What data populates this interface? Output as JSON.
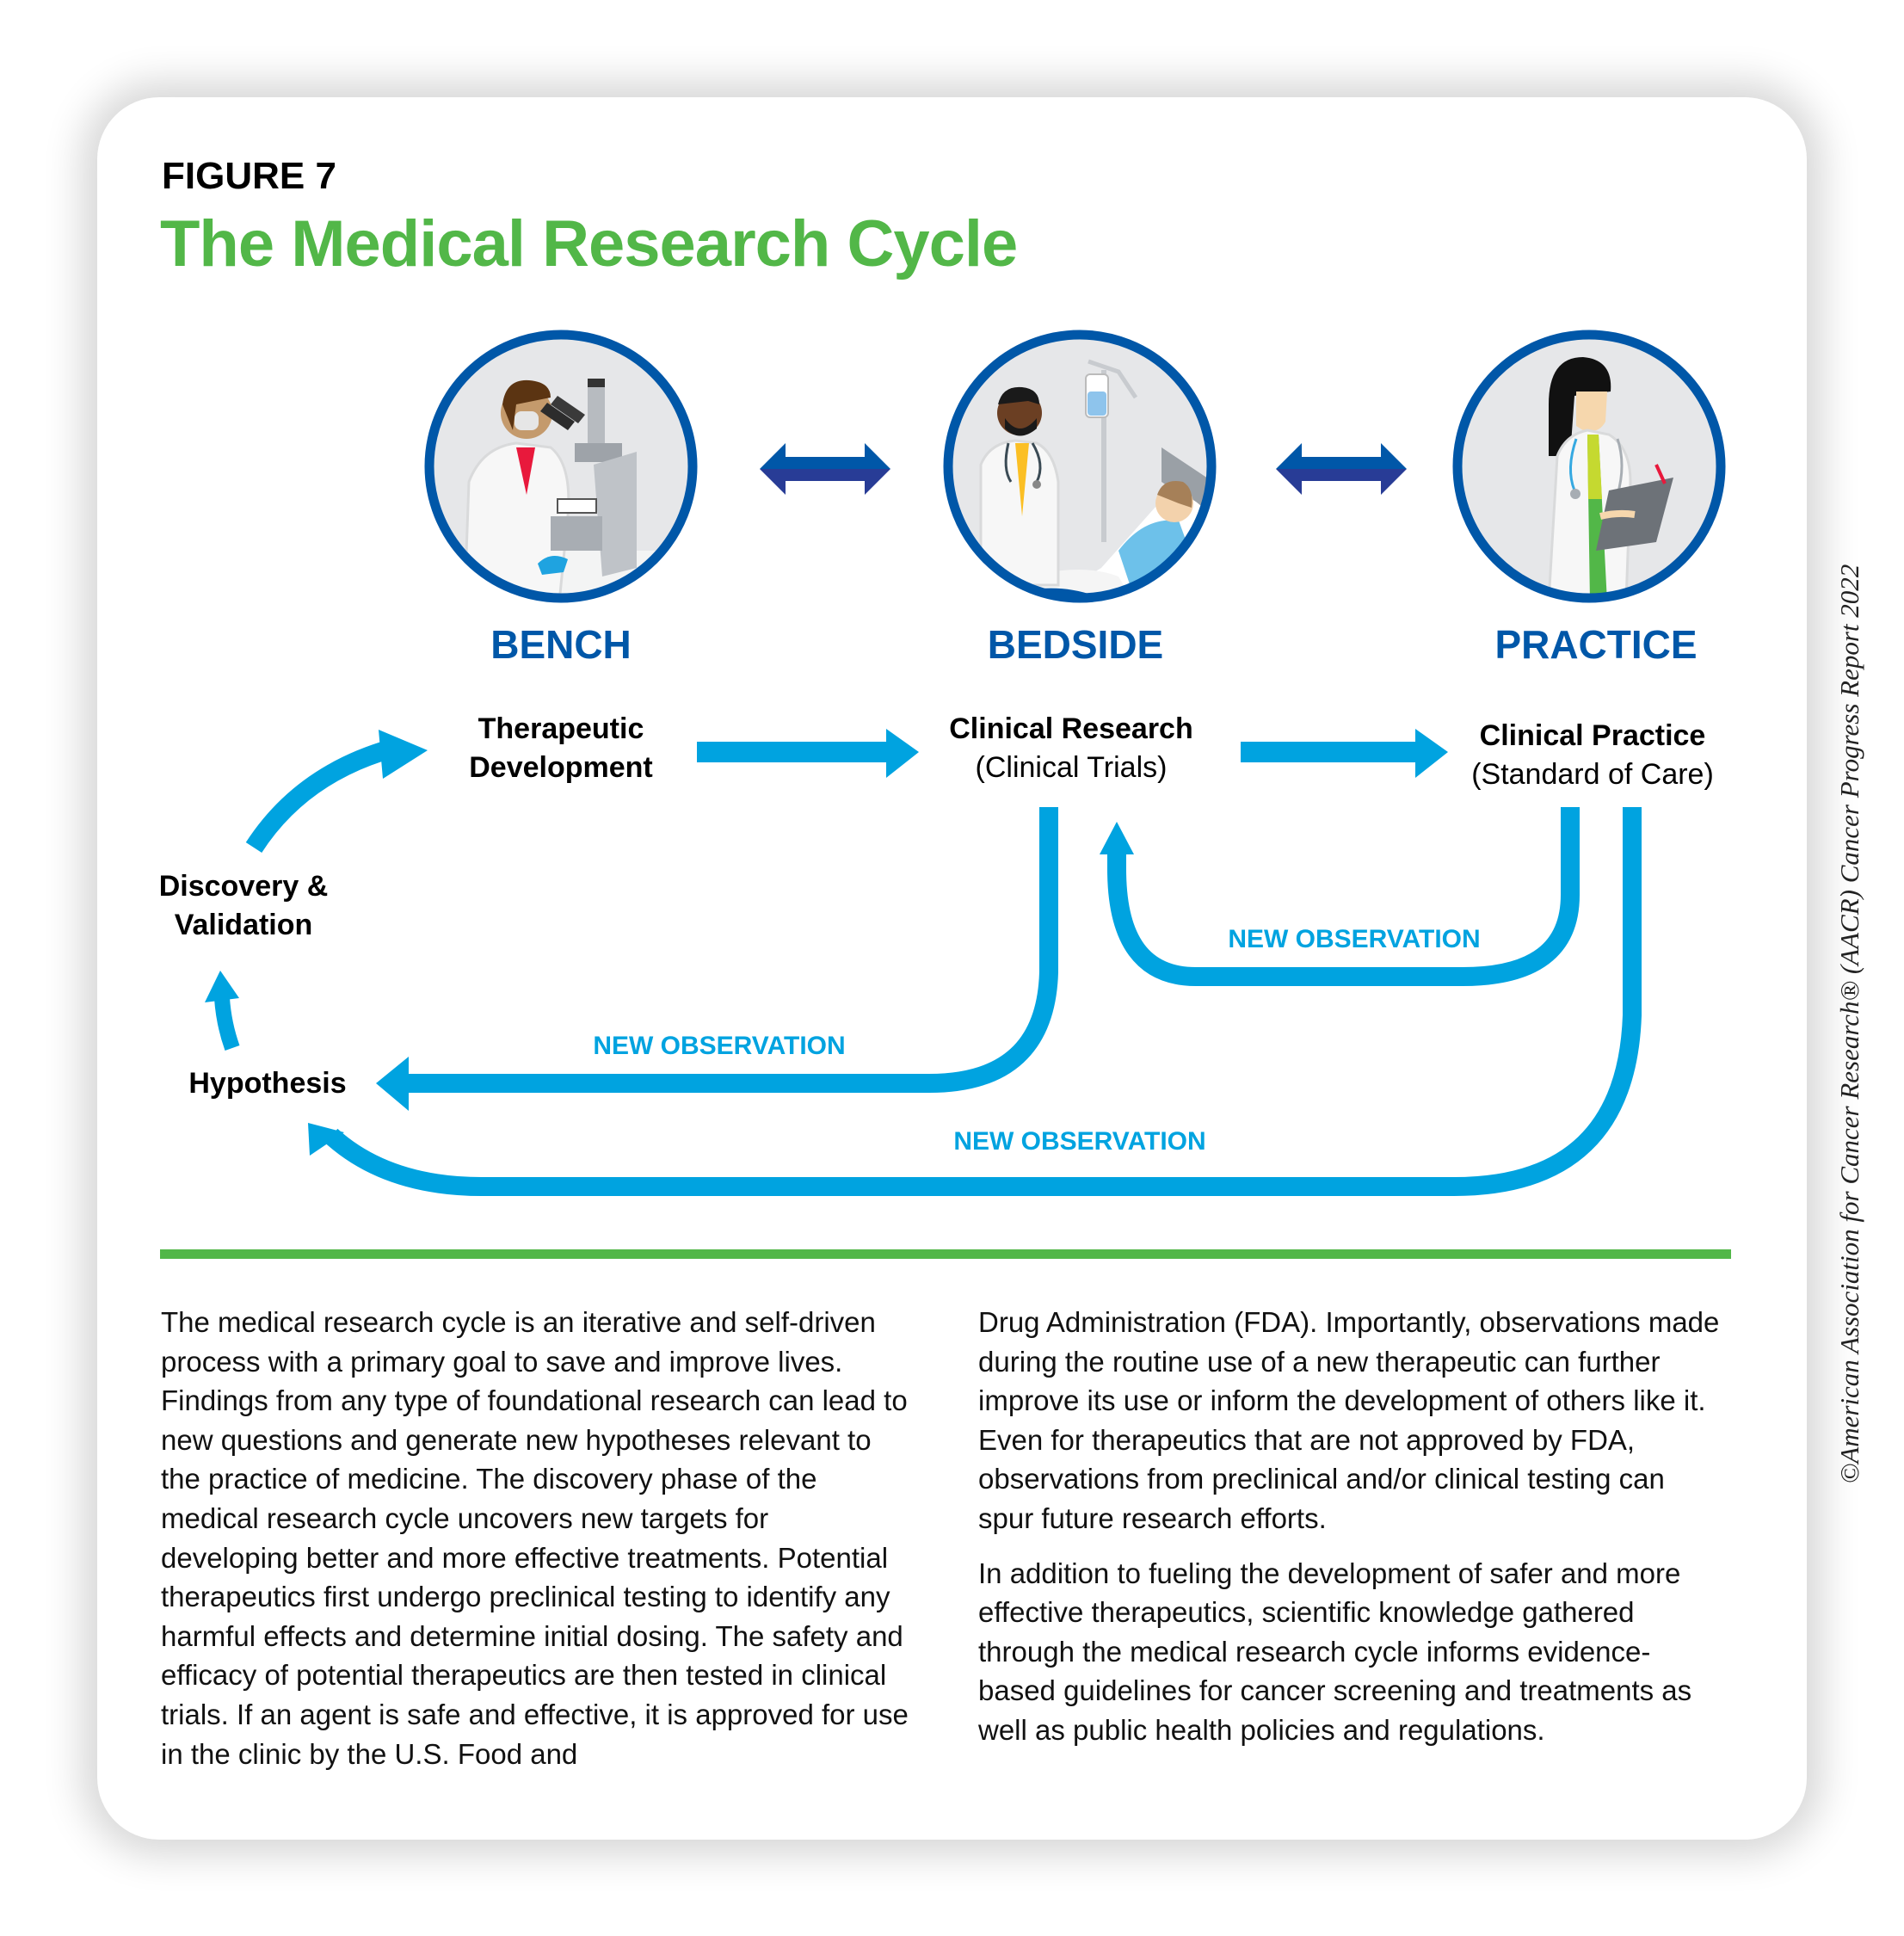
{
  "figure": {
    "label": "FIGURE 7",
    "title": "The Medical Research Cycle"
  },
  "copyright": "©American Association for Cancer Research® (AACR) Cancer Progress Report 2022",
  "colors": {
    "title_green": "#52b748",
    "stage_blue": "#0057a8",
    "arrow_cyan": "#00a3e0",
    "double_arrow_dark": "#283c96",
    "circle_fill": "#e6e7e9"
  },
  "stages": [
    {
      "title": "BENCH",
      "illustration": "scientist-with-microscope",
      "node_title": "Therapeutic",
      "node_title2": "Development",
      "node_sub": ""
    },
    {
      "title": "BEDSIDE",
      "illustration": "doctor-with-patient-in-bed",
      "node_title": "Clinical Research",
      "node_title2": "",
      "node_sub": "(Clinical Trials)"
    },
    {
      "title": "PRACTICE",
      "illustration": "doctor-with-clipboard",
      "node_title": "Clinical Practice",
      "node_title2": "",
      "node_sub": "(Standard of Care)"
    }
  ],
  "cycle_nodes": {
    "discovery_line1": "Discovery &",
    "discovery_line2": "Validation",
    "hypothesis": "Hypothesis"
  },
  "observations": [
    {
      "label": "NEW OBSERVATION",
      "from": "Clinical Practice",
      "to": "Clinical Research"
    },
    {
      "label": "NEW OBSERVATION",
      "from": "Clinical Research",
      "to": "Hypothesis"
    },
    {
      "label": "NEW OBSERVATION",
      "from": "Clinical Practice",
      "to": "Hypothesis"
    }
  ],
  "body": {
    "left": [
      "The medical research cycle is an iterative and self-driven process with a primary goal to save and improve lives. Findings from any type of foundational research can lead to new questions and generate new hypotheses relevant to the practice of medicine. The discovery phase of the medical research cycle uncovers new targets for developing better and more effective treatments. Potential therapeutics first undergo preclinical testing to identify any harmful effects and determine initial dosing. The safety and efficacy of potential therapeutics are then tested in clinical trials. If an agent is safe and effective, it is approved for use in the clinic by the U.S. Food and"
    ],
    "right": [
      "Drug Administration (FDA). Importantly, observations made during the routine use of a new therapeutic can further improve its use or inform the development of others like it. Even for therapeutics that are not approved by FDA, observations from preclinical and/or clinical testing can spur future research efforts.",
      "In addition to fueling the development of safer and more effective therapeutics, scientific knowledge gathered through the medical research cycle informs evidence-based guidelines for cancer screening and treatments as well as public health policies and regulations."
    ]
  }
}
